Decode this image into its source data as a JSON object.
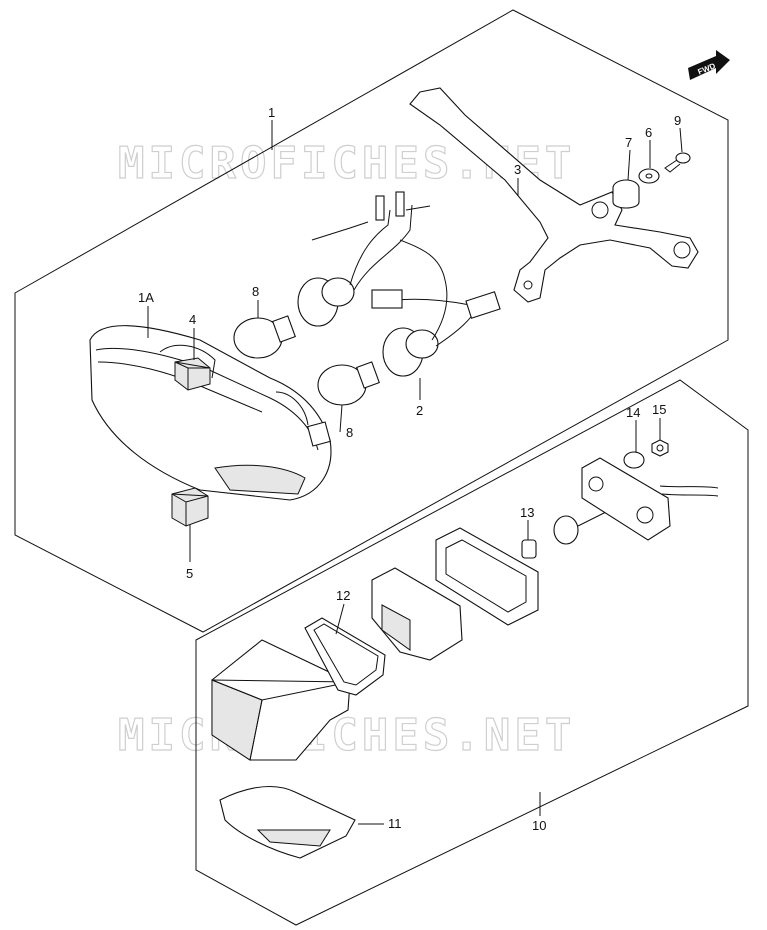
{
  "watermark": "MICROFICHES.NET",
  "fwd_label": "FWD",
  "callouts": {
    "p1": "1",
    "p1a": "1A",
    "p2": "2",
    "p3": "3",
    "p4": "4",
    "p5": "5",
    "p6": "6",
    "p7": "7",
    "p8a": "8",
    "p8b": "8",
    "p9": "9",
    "p10": "10",
    "p11": "11",
    "p12": "12",
    "p13": "13",
    "p14": "14",
    "p15": "15"
  }
}
